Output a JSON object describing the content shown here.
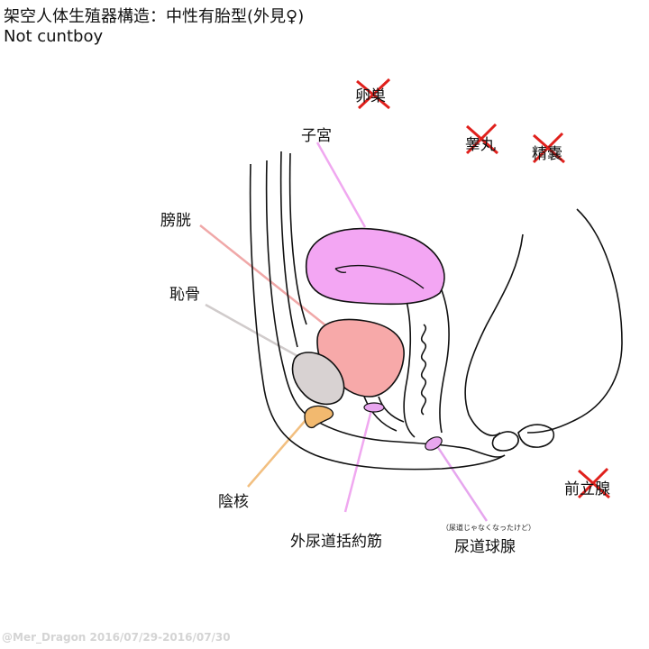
{
  "title_line1": "架空人体生殖器構造：中性有胎型(外見♀)",
  "title_line2": "Not cuntboy",
  "labels": {
    "ovary": "卵巣",
    "testis": "睾丸",
    "seminal_vesicle": "精嚢",
    "uterus": "子宮",
    "bladder": "膀胱",
    "pubic_bone": "恥骨",
    "clitoris": "陰核",
    "external_urethral_sphincter": "外尿道括約筋",
    "bulbourethral_gland": "尿道球腺",
    "bulbourethral_note": "（尿道じゃなくなったけど）",
    "prostate": "前立腺"
  },
  "watermark": "@Mer_Dragon 2016/07/29-2016/07/30",
  "colors": {
    "uterus": "#f3a6f3",
    "bladder": "#f7a9a9",
    "pubic_bone": "#d8d2d2",
    "clitoris": "#f2b96f",
    "gland": "#e9a6ef",
    "cross": "#e0201c",
    "outline": "#111111"
  }
}
